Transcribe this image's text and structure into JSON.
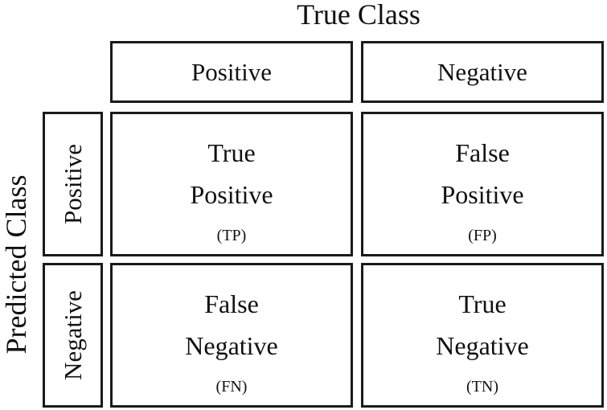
{
  "titles": {
    "columns": "True Class",
    "rows": "Predicted Class"
  },
  "columns": [
    "Positive",
    "Negative"
  ],
  "rows": [
    "Positive",
    "Negative"
  ],
  "cells": {
    "tp": {
      "line1": "True",
      "line2": "Positive",
      "abbr": "(TP)"
    },
    "fp": {
      "line1": "False",
      "line2": "Positive",
      "abbr": "(FP)"
    },
    "fn": {
      "line1": "False",
      "line2": "Negative",
      "abbr": "(FN)"
    },
    "tn": {
      "line1": "True",
      "line2": "Negative",
      "abbr": "(TN)"
    }
  },
  "colors": {
    "border": "#1a1a1a",
    "text": "#111111",
    "background": "#ffffff"
  }
}
